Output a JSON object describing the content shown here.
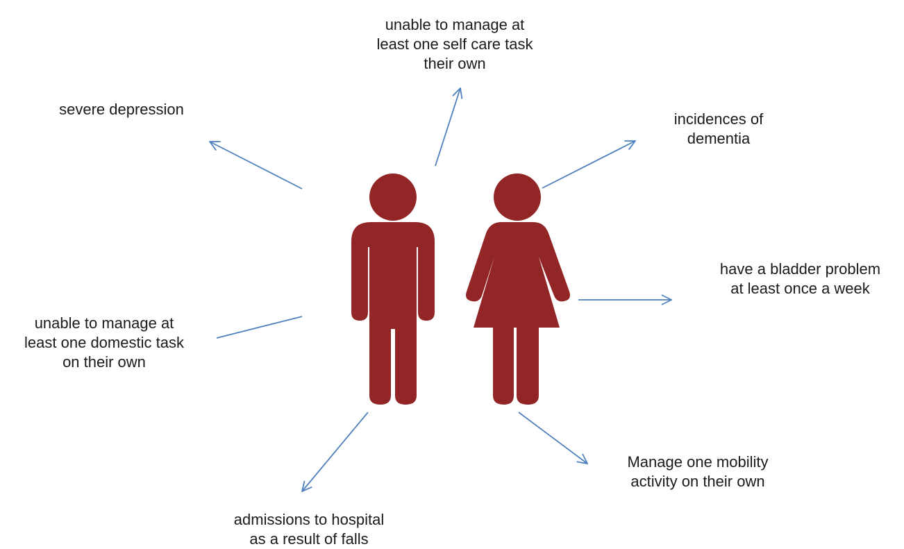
{
  "colors": {
    "figure": "#922626",
    "arrow": "#4f81bd",
    "text": "#1a1a1a",
    "background": "#ffffff"
  },
  "figures": {
    "male_icon": "male-figure",
    "female_icon": "female-figure"
  },
  "labels": {
    "self_care": "unable to manage at\nleast one self care task\ntheir own",
    "depression": "severe depression",
    "dementia": "incidences of\ndementia",
    "bladder": "have a bladder problem\nat least once a week",
    "domestic": "unable to manage at\nleast one domestic task\non their own",
    "mobility": "Manage one mobility\nactivity on their own",
    "falls": "admissions to hospital\nas a result of falls"
  }
}
